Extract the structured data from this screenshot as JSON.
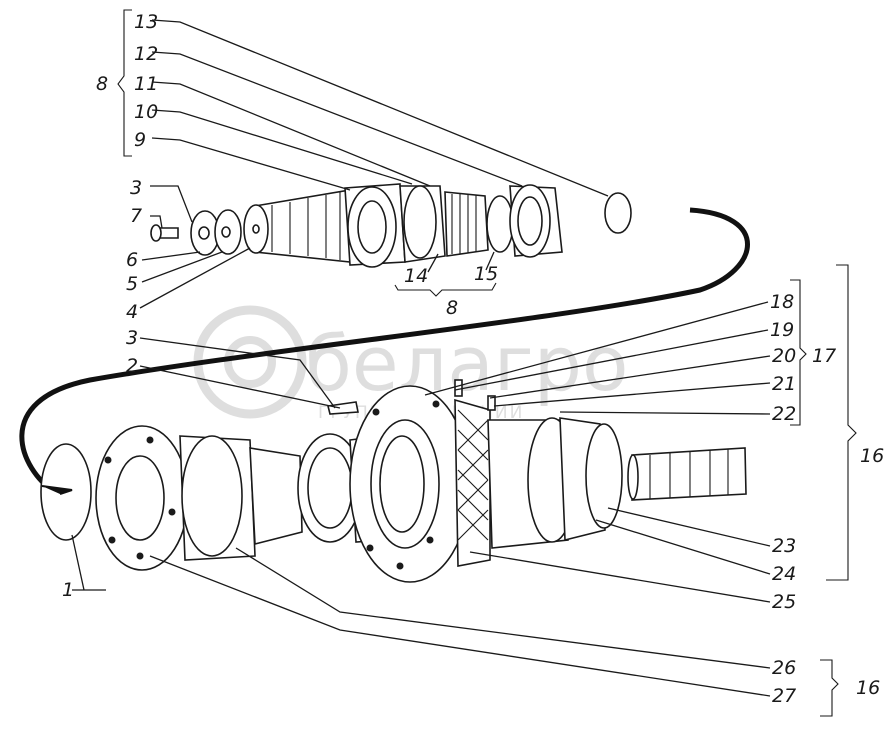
{
  "watermark": {
    "brand": "белагро",
    "tagline": "ГРУППА КОМПАНИИ"
  },
  "callouts": {
    "n1": "1",
    "n2": "2",
    "n3a": "3",
    "n3b": "3",
    "n4": "4",
    "n5": "5",
    "n6": "6",
    "n7": "7",
    "n8a": "8",
    "n8b": "8",
    "n9": "9",
    "n10": "10",
    "n11": "11",
    "n12": "12",
    "n13": "13",
    "n14": "14",
    "n15": "15",
    "n16a": "16",
    "n16b": "16",
    "n17": "17",
    "n18": "18",
    "n19": "19",
    "n20": "20",
    "n21": "21",
    "n22": "22",
    "n23": "23",
    "n24": "24",
    "n25": "25",
    "n26": "26",
    "n27": "27"
  }
}
